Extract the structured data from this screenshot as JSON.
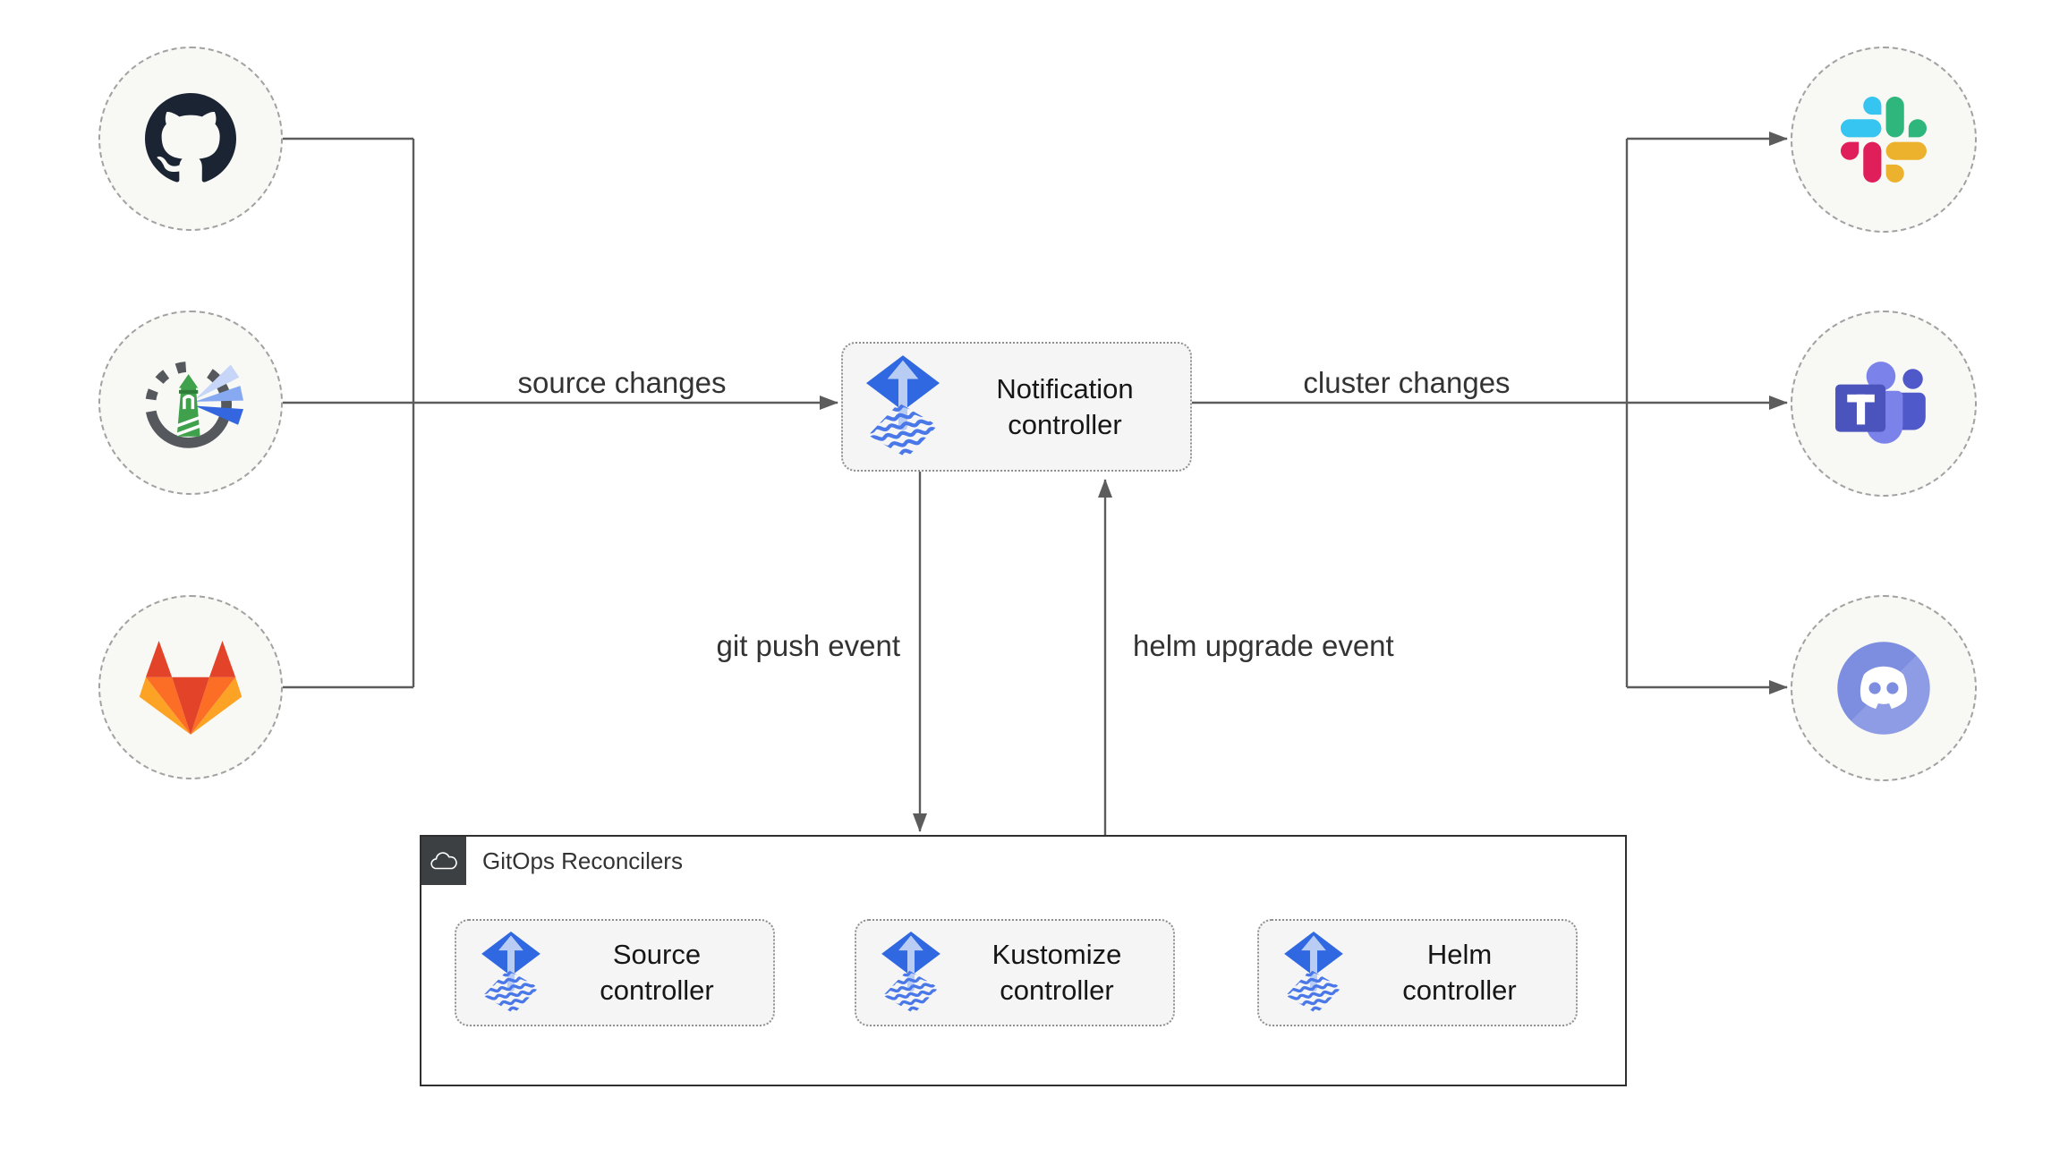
{
  "diagram": {
    "kind": "flux-notification-controller-flow",
    "edge_labels": {
      "source_changes": "source changes",
      "cluster_changes": "cluster changes",
      "git_push_event": "git push event",
      "helm_upgrade_event": "helm upgrade event"
    },
    "nodes": {
      "notification": {
        "line1": "Notification",
        "line2": "controller"
      },
      "source": {
        "line1": "Source",
        "line2": "controller"
      },
      "kustomize": {
        "line1": "Kustomize",
        "line2": "controller"
      },
      "helm": {
        "line1": "Helm",
        "line2": "controller"
      }
    },
    "group": {
      "title": "GitOps Reconcilers",
      "badge_icon": "cloud-icon"
    },
    "sources": [
      {
        "icon": "github-icon"
      },
      {
        "icon": "harbor-icon"
      },
      {
        "icon": "gitlab-icon"
      }
    ],
    "targets": [
      {
        "icon": "slack-icon"
      },
      {
        "icon": "ms-teams-icon"
      },
      {
        "icon": "discord-icon"
      }
    ],
    "colors": {
      "flux_blue": "#2f68e1",
      "flux_light_blue": "#b9cdf4",
      "flux_wave_blue": "#4a78e8",
      "line_gray": "#5c5c5c",
      "box_fill": "#f5f5f5",
      "circle_fill": "#f8f8f5",
      "group_badge": "#3d4043",
      "github_dark": "#1b2432",
      "gitlab_red": "#e24329",
      "gitlab_orange": "#fc6d26",
      "gitlab_yellow": "#fca326",
      "slack_blue": "#36c5f0",
      "slack_green": "#2eb67d",
      "slack_red": "#e01e5a",
      "slack_yellow": "#ecb22e",
      "teams_purple": "#4b53bc",
      "teams_light": "#7b83eb",
      "discord_blurple": "#7d8ee1",
      "harbor_green": "#3fa14c"
    }
  }
}
